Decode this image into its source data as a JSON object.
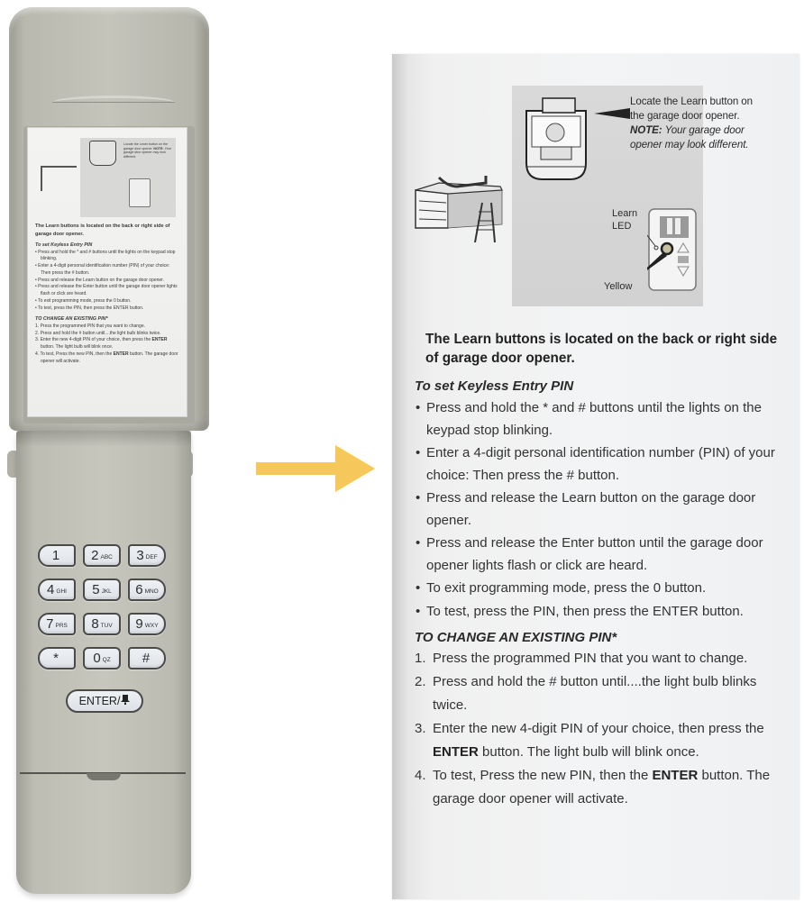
{
  "keypad_device": {
    "keys": [
      {
        "digit": "1",
        "letters": ""
      },
      {
        "digit": "2",
        "letters": "ABC"
      },
      {
        "digit": "3",
        "letters": "DEF"
      },
      {
        "digit": "4",
        "letters": "GHI"
      },
      {
        "digit": "5",
        "letters": "JKL"
      },
      {
        "digit": "6",
        "letters": "MNO"
      },
      {
        "digit": "7",
        "letters": "PRS"
      },
      {
        "digit": "8",
        "letters": "TUV"
      },
      {
        "digit": "9",
        "letters": "WXY"
      },
      {
        "digit": "*",
        "letters": ""
      },
      {
        "digit": "0",
        "letters": "QZ"
      },
      {
        "digit": "#",
        "letters": ""
      }
    ],
    "enter_label": "ENTER/",
    "enter_icon": "bell-glyph"
  },
  "arrow": {
    "color": "#f6c75a",
    "icon": "arrow-right-icon"
  },
  "instruction_card": {
    "figure": {
      "note_line1": "Locate the Learn button on the garage door opener.",
      "note_label": "NOTE:",
      "note_text": "Your garage door opener may look different.",
      "learn_led_label_line1": "Learn",
      "learn_led_label_line2": "LED",
      "yellow_label": "Yellow"
    },
    "lead": "The Learn buttons is located on the back or right side of garage door opener.",
    "set_pin": {
      "heading": "To set Keyless Entry PIN",
      "bullets": [
        "Press and hold the * and # buttons until the lights on the keypad stop blinking.",
        "Enter a 4-digit personal identification number (PIN) of your choice: Then press the # button.",
        "Press and release the Learn button on the garage door opener.",
        "Press and release the Enter button until the garage door opener lights flash or click are heard.",
        "To exit programming mode, press the 0 button.",
        "To test, press the PIN, then press the ENTER button."
      ]
    },
    "change_pin": {
      "heading": "TO CHANGE AN EXISTING PIN*",
      "steps": [
        {
          "num": "1.",
          "pre": "Press the programmed PIN that you want to change.",
          "bold": "",
          "post": ""
        },
        {
          "num": "2.",
          "pre": "Press and hold the # button until....the light bulb blinks twice.",
          "bold": "",
          "post": ""
        },
        {
          "num": "3.",
          "pre": "Enter the new 4-digit PIN of your choice, then press the ",
          "bold": "ENTER",
          "post": " button. The light bulb will blink once."
        },
        {
          "num": "4.",
          "pre": "To test, Press the new PIN, then the ",
          "bold": "ENTER",
          "post": " button. The garage door opener will activate."
        }
      ]
    }
  }
}
